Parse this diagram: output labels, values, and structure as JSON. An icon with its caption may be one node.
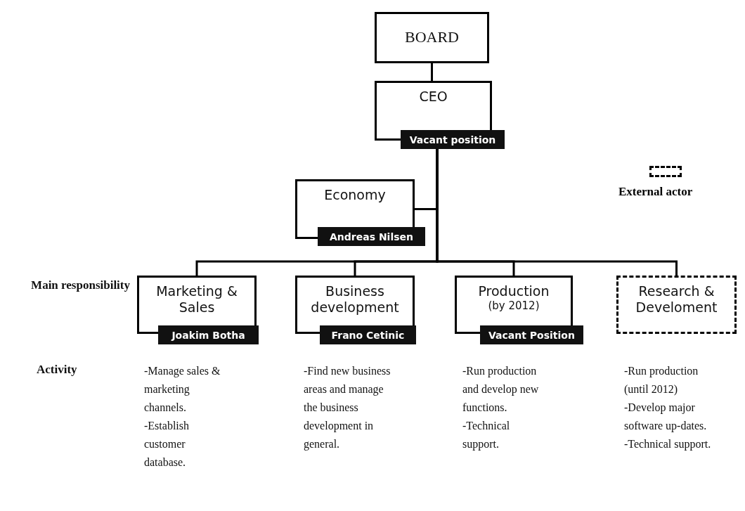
{
  "diagram": {
    "nodes": [
      {
        "text": [
          "BOARD"
        ]
      },
      {
        "text": [
          "CEO",
          "Vacant position"
        ]
      },
      {
        "text": [
          "Economy",
          "Andreas Nilsen"
        ]
      },
      {
        "text": [
          "Marketing & Sales",
          "Joakim Botha"
        ],
        "beside": [
          "-Manage sales & marketing channels.",
          "-Establish customer database."
        ]
      },
      {
        "text": [
          "Business development",
          "Frano Cetinic"
        ],
        "beside": [
          "-Find new business areas and manage the business development in general."
        ]
      },
      {
        "text": [
          "Production",
          "(by 2012)",
          "Vacant Position"
        ],
        "beside": [
          "-Run production and develop new functions.",
          "-Technical support."
        ]
      },
      {
        "text": [
          "Research & Develoment"
        ],
        "beside": [
          "-Run production (until 2012)",
          "-Develop major software up-dates.",
          "-Technical support."
        ]
      }
    ],
    "edges": [
      {
        "from": 0,
        "to": 1,
        "arrow": "none"
      },
      {
        "from": 1,
        "to": 2,
        "arrow": "none"
      },
      {
        "from": 1,
        "to": 3,
        "arrow": "none"
      },
      {
        "from": 1,
        "to": 4,
        "arrow": "none"
      },
      {
        "from": 1,
        "to": 5,
        "arrow": "none"
      },
      {
        "from": 1,
        "to": 6,
        "arrow": "none"
      }
    ],
    "labels": [
      "Main responsibility",
      "Activity"
    ],
    "legend": [
      {
        "text": "External actor"
      }
    ]
  }
}
